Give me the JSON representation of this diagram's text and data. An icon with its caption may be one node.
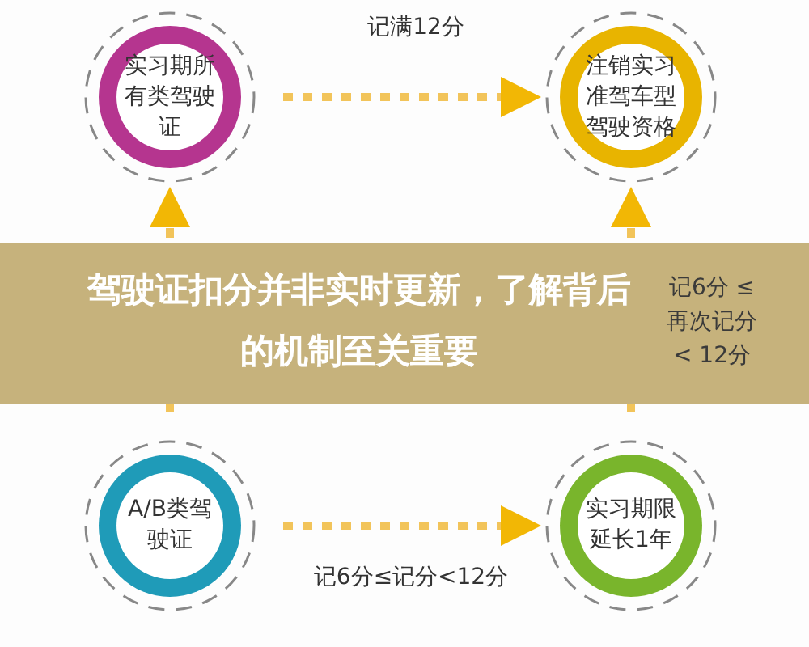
{
  "diagram": {
    "title": "驾驶证扣分并非实时更新，了解背后的机制至关重要",
    "nodes": [
      {
        "text": [
          "实习期所有类驾驶证"
        ]
      },
      {
        "text": [
          "注销实习准驾车型驾驶资格"
        ]
      },
      {
        "text": [
          "A/B类驾驶证"
        ]
      },
      {
        "text": [
          "实习期限延长1年"
        ]
      }
    ],
    "edges": [
      {
        "from": 0,
        "to": 1,
        "arrow": "to",
        "label": "记满12分",
        "style": "dashed"
      },
      {
        "from": 2,
        "to": 3,
        "arrow": "to",
        "label": "记6分≤记分<12分",
        "style": "dashed"
      },
      {
        "from": 2,
        "to": 0,
        "arrow": "to",
        "style": "dashed"
      },
      {
        "from": 3,
        "to": 1,
        "arrow": "to",
        "label": "记6分 ≤ 再次记分 < 12分",
        "style": "dashed"
      }
    ]
  }
}
